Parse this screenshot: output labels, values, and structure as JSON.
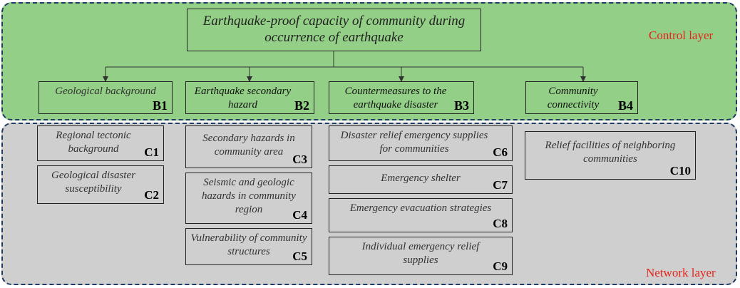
{
  "root": {
    "title": "Earthquake-proof capacity of community during occurrence of earthquake"
  },
  "layers": {
    "control": "Control layer",
    "network": "Network layer"
  },
  "criteria": [
    {
      "label": "Geological background",
      "code": "B1"
    },
    {
      "label": "Earthquake secondary hazard",
      "code": "B2"
    },
    {
      "label": "Countermeasures to the earthquake disaster",
      "code": "B3"
    },
    {
      "label": "Community connectivity",
      "code": "B4"
    }
  ],
  "indicators": [
    {
      "label": "Regional tectonic background",
      "code": "C1"
    },
    {
      "label": "Geological disaster susceptibility",
      "code": "C2"
    },
    {
      "label": "Secondary hazards in community area",
      "code": "C3"
    },
    {
      "label": "Seismic and geologic hazards in community region",
      "code": "C4"
    },
    {
      "label": "Vulnerability of community structures",
      "code": "C5"
    },
    {
      "label": "Disaster relief emergency supplies for communities",
      "code": "C6"
    },
    {
      "label": "Emergency shelter",
      "code": "C7"
    },
    {
      "label": "Emergency evacuation strategies",
      "code": "C8"
    },
    {
      "label": "Individual emergency relief supplies",
      "code": "C9"
    },
    {
      "label": "Relief facilities of neighboring communities",
      "code": "C10"
    }
  ]
}
